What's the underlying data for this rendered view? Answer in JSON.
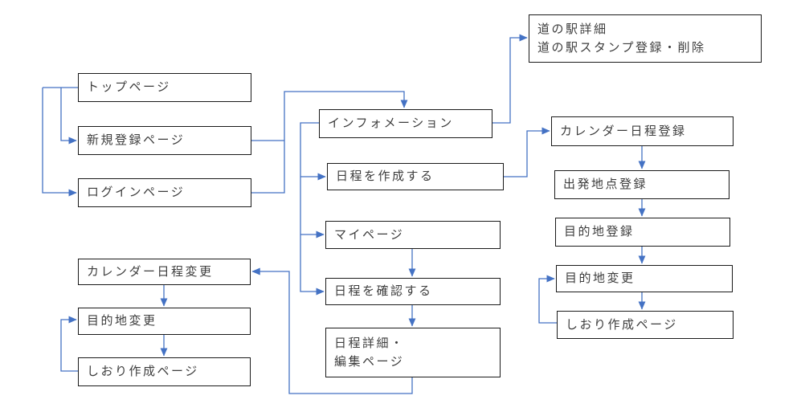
{
  "colors": {
    "connector_color": "#4472C4",
    "box_border_color": "#1a1a1a",
    "text_color": "#3d3d3d",
    "background_color": "#ffffff"
  },
  "nodes": {
    "top_page": {
      "label": "トップページ"
    },
    "signup_page": {
      "label": "新規登録ページ"
    },
    "login_page": {
      "label": "ログインページ"
    },
    "information": {
      "label": "インフォメーション"
    },
    "create_schedule": {
      "label": "日程を作成する"
    },
    "my_page": {
      "label": "マイページ"
    },
    "confirm_schedule": {
      "label": "日程を確認する"
    },
    "schedule_detail_edit": {
      "line1": "日程詳細・",
      "line2": "編集ページ"
    },
    "station_detail": {
      "line1": "道の駅詳細",
      "line2": "道の駅スタンプ登録・削除"
    },
    "calendar_register": {
      "label": "カレンダー日程登録"
    },
    "departure_register": {
      "label": "出発地点登録"
    },
    "destination_register": {
      "label": "目的地登録"
    },
    "destination_change_right": {
      "label": "目的地変更"
    },
    "itinerary_page_right": {
      "label": "しおり作成ページ"
    },
    "calendar_change": {
      "label": "カレンダー日程変更"
    },
    "destination_change_left": {
      "label": "目的地変更"
    },
    "itinerary_page_left": {
      "label": "しおり作成ページ"
    }
  },
  "edges": [
    {
      "from": "top_page",
      "to": "signup_page"
    },
    {
      "from": "top_page",
      "to": "login_page"
    },
    {
      "from": "signup_page",
      "to": "information"
    },
    {
      "from": "login_page",
      "to": "information"
    },
    {
      "from": "information",
      "to": "station_detail"
    },
    {
      "from": "information",
      "to": "create_schedule"
    },
    {
      "from": "information",
      "to": "my_page"
    },
    {
      "from": "information",
      "to": "confirm_schedule"
    },
    {
      "from": "create_schedule",
      "to": "calendar_register"
    },
    {
      "from": "calendar_register",
      "to": "departure_register"
    },
    {
      "from": "departure_register",
      "to": "destination_register"
    },
    {
      "from": "destination_register",
      "to": "destination_change_right"
    },
    {
      "from": "destination_change_right",
      "to": "itinerary_page_right"
    },
    {
      "from": "itinerary_page_right",
      "to": "destination_change_right"
    },
    {
      "from": "my_page",
      "to": "confirm_schedule"
    },
    {
      "from": "confirm_schedule",
      "to": "schedule_detail_edit"
    },
    {
      "from": "schedule_detail_edit",
      "to": "calendar_change"
    },
    {
      "from": "calendar_change",
      "to": "destination_change_left"
    },
    {
      "from": "destination_change_left",
      "to": "itinerary_page_left"
    },
    {
      "from": "itinerary_page_left",
      "to": "destination_change_left"
    }
  ]
}
